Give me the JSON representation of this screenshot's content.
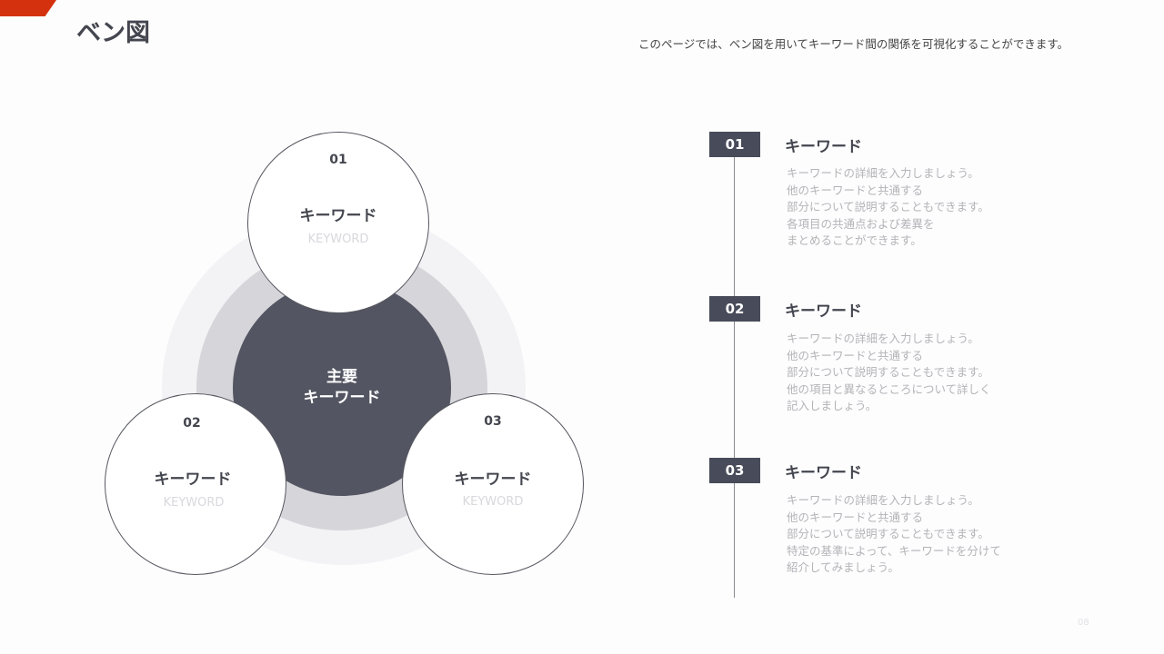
{
  "header": {
    "title": "ベン図",
    "subtitle": "このページでは、ベン図を用いてキーワード間の関係を可視化することができます。"
  },
  "colors": {
    "accent": "#d4320f",
    "dark": "#535562",
    "mid": "#d6d6da",
    "light": "#f3f3f6"
  },
  "venn": {
    "center": {
      "line1": "主要",
      "line2": "キーワード"
    },
    "circles": [
      {
        "num": "01",
        "label": "キーワード",
        "en": "KEYWORD"
      },
      {
        "num": "02",
        "label": "キーワード",
        "en": "KEYWORD"
      },
      {
        "num": "03",
        "label": "キーワード",
        "en": "KEYWORD"
      }
    ]
  },
  "items": [
    {
      "num": "01",
      "title": "キーワード",
      "desc": "キーワードの詳細を入力しましょう。\n他のキーワードと共通する\n部分について説明することもできます。\n各項目の共通点および差異を\nまとめることができます。"
    },
    {
      "num": "02",
      "title": "キーワード",
      "desc": "キーワードの詳細を入力しましょう。\n他のキーワードと共通する\n部分について説明することもできます。\n他の項目と異なるところについて詳しく\n記入しましょう。"
    },
    {
      "num": "03",
      "title": "キーワード",
      "desc": "キーワードの詳細を入力しましょう。\n他のキーワードと共通する\n部分について説明することもできます。\n特定の基準によって、キーワードを分けて\n紹介してみましょう。"
    }
  ],
  "page_number": "08"
}
